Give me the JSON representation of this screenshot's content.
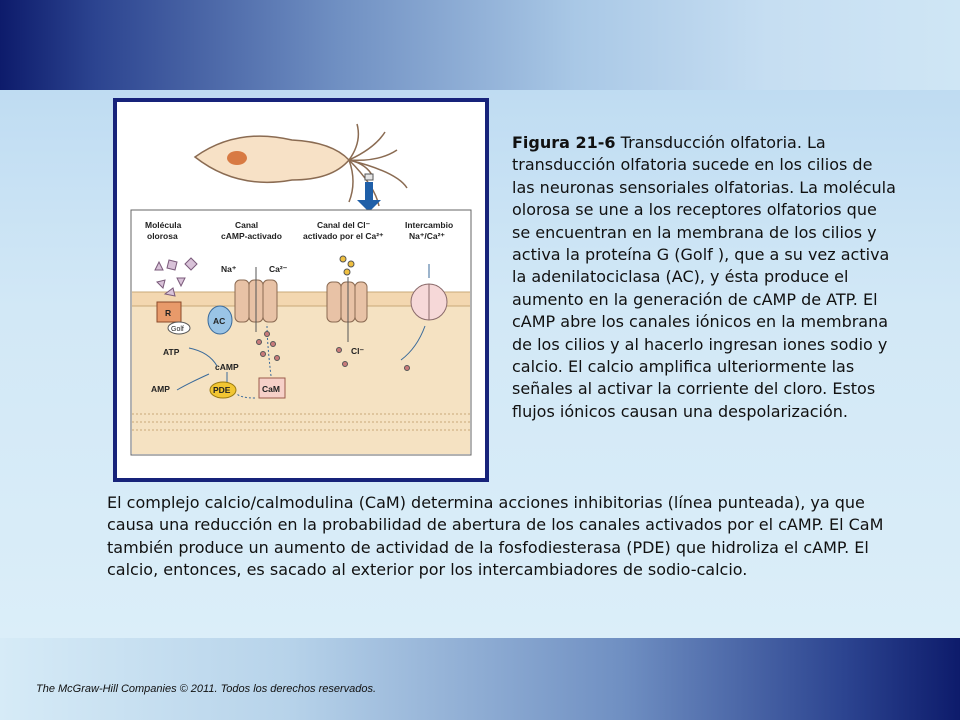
{
  "caption": {
    "title": "Figura 21-6",
    "text": " Transducción olfatoria. La transducción olfatoria sucede en los cilios de las neuronas sensoriales olfatorias. La molécula olorosa se une a los receptores olfatorios que se encuentran en la membrana de los cilios y activa la proteína G (Golf ), que a su vez activa la adenilatociclasa (AC), y ésta produce el aumento en la generación de cAMP de ATP. El cAMP abre los canales iónicos en la membrana de los cilios y al hacerlo ingresan iones sodio y calcio. El calcio amplifica ulteriormente las señales al activar la corriente del cloro. Estos flujos iónicos causan una despolarización."
  },
  "paragraph": "El complejo calcio/calmodulina (CaM) determina acciones inhibitorias (línea punteada), ya que causa una reducción en la probabilidad de abertura de los canales activados por el cAMP. El CaM también produce un aumento de actividad de la fosfodiesterasa (PDE) que hidroliza el cAMP. El calcio, entonces, es sacado al exterior por los intercambiadores de sodio-calcio.",
  "footer": "The McGraw-Hill Companies © 2011. Todos los derechos reservados.",
  "diagram": {
    "col1": [
      "Molécula",
      "olorosa"
    ],
    "col2": [
      "Canal",
      "cAMP-activado"
    ],
    "col3": [
      "Canal del Cl⁻",
      "activado por el Ca²⁺"
    ],
    "col4": [
      "Intercambio",
      "Na⁺/Ca²⁺"
    ],
    "na": "Na⁺",
    "ca": "Ca²⁻",
    "r": "R",
    "golf": "Golf",
    "ac": "AC",
    "atp": "ATP",
    "camp": "cAMP",
    "amp": "AMP",
    "pde": "PDE",
    "cam": "CaM",
    "cl": "Cl⁻"
  },
  "colors": {
    "frame_border": "#17237a",
    "membrane": "#f3d7b0",
    "cytoplasm": "#f5e2c2",
    "arrow_blue": "#1f5fa8"
  }
}
